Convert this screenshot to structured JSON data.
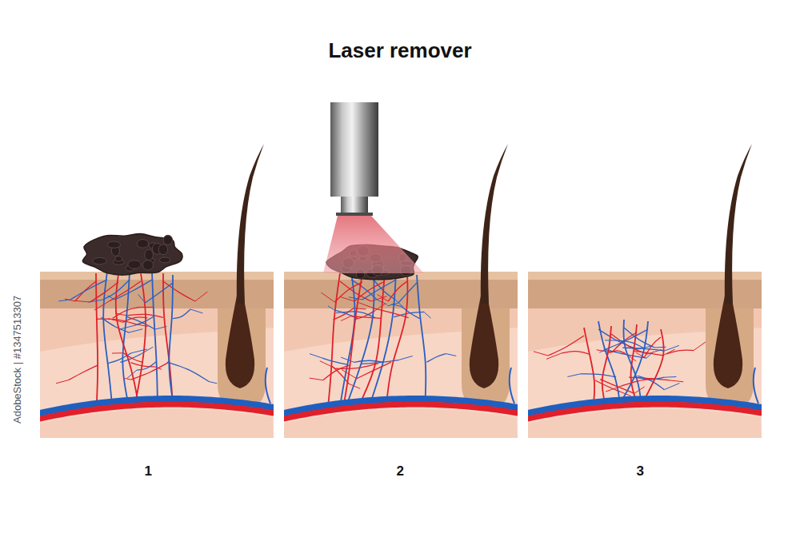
{
  "diagram": {
    "title": "Laser remover",
    "labels": [
      "1",
      "2",
      "3",
      "AdobeStock | #1347513307"
    ]
  }
}
